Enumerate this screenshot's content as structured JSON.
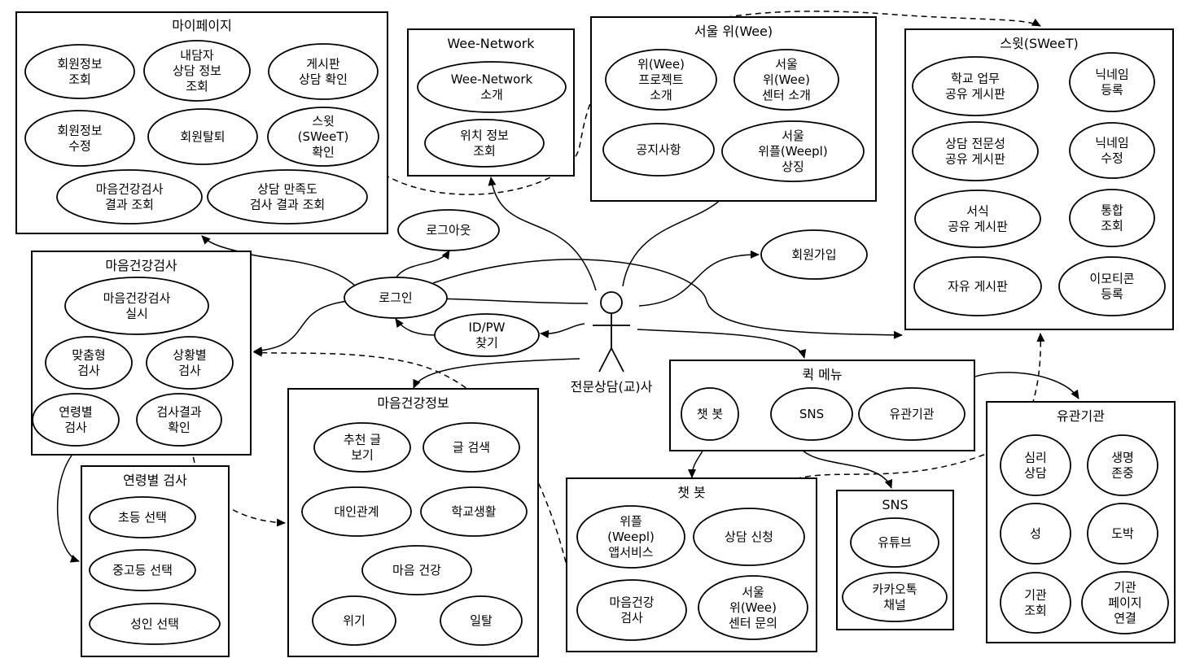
{
  "actor": {
    "label": "전문상담(교)사"
  },
  "boxes": [
    {
      "id": "mypage",
      "title": "마이페이지",
      "items": [
        {
          "id": "mp1",
          "lines": [
            "회원정보",
            "조회"
          ]
        },
        {
          "id": "mp2",
          "lines": [
            "내담자",
            "상담 정보",
            "조회"
          ]
        },
        {
          "id": "mp3",
          "lines": [
            "게시판",
            "상담 확인"
          ]
        },
        {
          "id": "mp4",
          "lines": [
            "회원정보",
            "수정"
          ]
        },
        {
          "id": "mp5",
          "lines": [
            "회원탈퇴"
          ]
        },
        {
          "id": "mp6",
          "lines": [
            "스윗",
            "(SWeeT)",
            "확인"
          ]
        },
        {
          "id": "mp7",
          "lines": [
            "마음건강검사",
            "결과 조회"
          ]
        },
        {
          "id": "mp8",
          "lines": [
            "상담 만족도",
            "검사 결과 조회"
          ]
        }
      ]
    },
    {
      "id": "weenetwork",
      "title": "Wee-Network",
      "items": [
        {
          "id": "wn1",
          "lines": [
            "Wee-Network",
            "소개"
          ]
        },
        {
          "id": "wn2",
          "lines": [
            "위치 정보",
            "조회"
          ]
        }
      ]
    },
    {
      "id": "seoulwee",
      "title": "서울 위(Wee)",
      "items": [
        {
          "id": "sw1",
          "lines": [
            "위(Wee)",
            "프로젝트",
            "소개"
          ]
        },
        {
          "id": "sw2",
          "lines": [
            "서울",
            "위(Wee)",
            "센터 소개"
          ]
        },
        {
          "id": "sw3",
          "lines": [
            "공지사항"
          ]
        },
        {
          "id": "sw4",
          "lines": [
            "서울",
            "위플(Weepl)",
            "상징"
          ]
        }
      ]
    },
    {
      "id": "sweet",
      "title": "스윗(SWeeT)",
      "items": [
        {
          "id": "st1",
          "lines": [
            "학교 업무",
            "공유 게시판"
          ]
        },
        {
          "id": "st2",
          "lines": [
            "닉네임",
            "등록"
          ]
        },
        {
          "id": "st3",
          "lines": [
            "상담 전문성",
            "공유 게시판"
          ]
        },
        {
          "id": "st4",
          "lines": [
            "닉네임",
            "수정"
          ]
        },
        {
          "id": "st5",
          "lines": [
            "서식",
            "공유 게시판"
          ]
        },
        {
          "id": "st6",
          "lines": [
            "통합",
            "조회"
          ]
        },
        {
          "id": "st7",
          "lines": [
            "자유 게시판"
          ]
        },
        {
          "id": "st8",
          "lines": [
            "이모티콘",
            "등록"
          ]
        }
      ]
    },
    {
      "id": "mindtest",
      "title": "마음건강검사",
      "items": [
        {
          "id": "mt1",
          "lines": [
            "마음건강검사",
            "실시"
          ]
        },
        {
          "id": "mt2",
          "lines": [
            "맞춤형",
            "검사"
          ]
        },
        {
          "id": "mt3",
          "lines": [
            "상황별",
            "검사"
          ]
        },
        {
          "id": "mt4",
          "lines": [
            "연령별",
            "검사"
          ]
        },
        {
          "id": "mt5",
          "lines": [
            "검사결과",
            "확인"
          ]
        }
      ]
    },
    {
      "id": "agetest",
      "title": "연령별 검사",
      "items": [
        {
          "id": "at1",
          "lines": [
            "초등 선택"
          ]
        },
        {
          "id": "at2",
          "lines": [
            "중고등 선택"
          ]
        },
        {
          "id": "at3",
          "lines": [
            "성인 선택"
          ]
        }
      ]
    },
    {
      "id": "mindinfo",
      "title": "마음건강정보",
      "items": [
        {
          "id": "mi1",
          "lines": [
            "추천 글",
            "보기"
          ]
        },
        {
          "id": "mi2",
          "lines": [
            "글 검색"
          ]
        },
        {
          "id": "mi3",
          "lines": [
            "대인관계"
          ]
        },
        {
          "id": "mi4",
          "lines": [
            "학교생활"
          ]
        },
        {
          "id": "mi5",
          "lines": [
            "마음 건강"
          ]
        },
        {
          "id": "mi6",
          "lines": [
            "위기"
          ]
        },
        {
          "id": "mi7",
          "lines": [
            "일탈"
          ]
        }
      ]
    },
    {
      "id": "quickmenu",
      "title": "퀵 메뉴",
      "items": [
        {
          "id": "qm1",
          "lines": [
            "챗 봇"
          ]
        },
        {
          "id": "qm2",
          "lines": [
            "SNS"
          ]
        },
        {
          "id": "qm3",
          "lines": [
            "유관기관"
          ]
        }
      ]
    },
    {
      "id": "chatbot",
      "title": "챗 봇",
      "items": [
        {
          "id": "cb1",
          "lines": [
            "위플",
            "(Weepl)",
            "앱서비스"
          ]
        },
        {
          "id": "cb2",
          "lines": [
            "상담 신청"
          ]
        },
        {
          "id": "cb3",
          "lines": [
            "마음건강",
            "검사"
          ]
        },
        {
          "id": "cb4",
          "lines": [
            "서울",
            "위(Wee)",
            "센터 문의"
          ]
        }
      ]
    },
    {
      "id": "sns",
      "title": "SNS",
      "items": [
        {
          "id": "sn1",
          "lines": [
            "유튜브"
          ]
        },
        {
          "id": "sn2",
          "lines": [
            "카카오톡",
            "채널"
          ]
        }
      ]
    },
    {
      "id": "agency",
      "title": "유관기관",
      "items": [
        {
          "id": "ag1",
          "lines": [
            "심리",
            "상담"
          ]
        },
        {
          "id": "ag2",
          "lines": [
            "생명",
            "존중"
          ]
        },
        {
          "id": "ag3",
          "lines": [
            "성"
          ]
        },
        {
          "id": "ag4",
          "lines": [
            "도박"
          ]
        },
        {
          "id": "ag5",
          "lines": [
            "기관",
            "조회"
          ]
        },
        {
          "id": "ag6",
          "lines": [
            "기관",
            "페이지",
            "연결"
          ]
        }
      ]
    }
  ],
  "floating": [
    {
      "id": "logout",
      "lines": [
        "로그아웃"
      ]
    },
    {
      "id": "signup",
      "lines": [
        "회원가입"
      ]
    },
    {
      "id": "login",
      "lines": [
        "로그인"
      ]
    },
    {
      "id": "findidpw",
      "lines": [
        "ID/PW",
        "찾기"
      ]
    }
  ]
}
